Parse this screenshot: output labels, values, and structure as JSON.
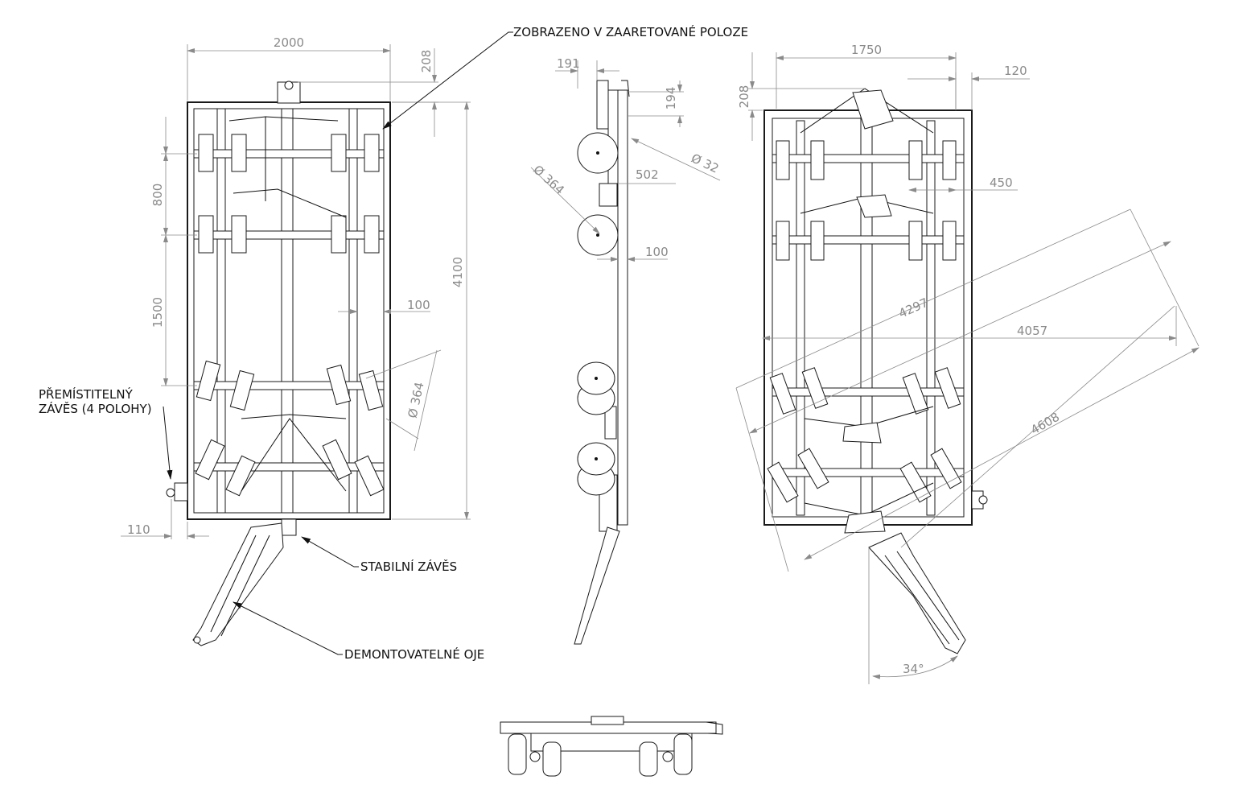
{
  "dimensions": {
    "left_view": {
      "width": "2000",
      "offset_top": "208",
      "length": "4100",
      "spacing_front": "800",
      "spacing_rear": "1500",
      "beam": "100",
      "wheel_dia": "Ø 364",
      "hitch_offset": "110"
    },
    "side_view": {
      "d191": "191",
      "d194": "194",
      "d32": "Ø 32",
      "d502": "502",
      "d364": "Ø 364",
      "d100": "100"
    },
    "right_view": {
      "width": "1750",
      "offset_top": "208",
      "d120": "120",
      "d450": "450",
      "diag_4297": "4297",
      "len_4057": "4057",
      "diag_4608": "4608",
      "angle": "34°"
    }
  },
  "notes": {
    "locked_position": "ZOBRAZENO V ZAARETOVANÉ POLOZE",
    "movable_hitch_line1": "PŘEMÍSTITELNÝ",
    "movable_hitch_line2": "ZÁVĚS (4 POLOHY)",
    "fixed_hitch": "STABILNÍ ZÁVĚS",
    "removable_drawbar": "DEMONTOVATELNÉ OJE"
  },
  "colors": {
    "ink": "#1a1a1a",
    "dimension": "#8a8a8a",
    "background": "#ffffff"
  }
}
